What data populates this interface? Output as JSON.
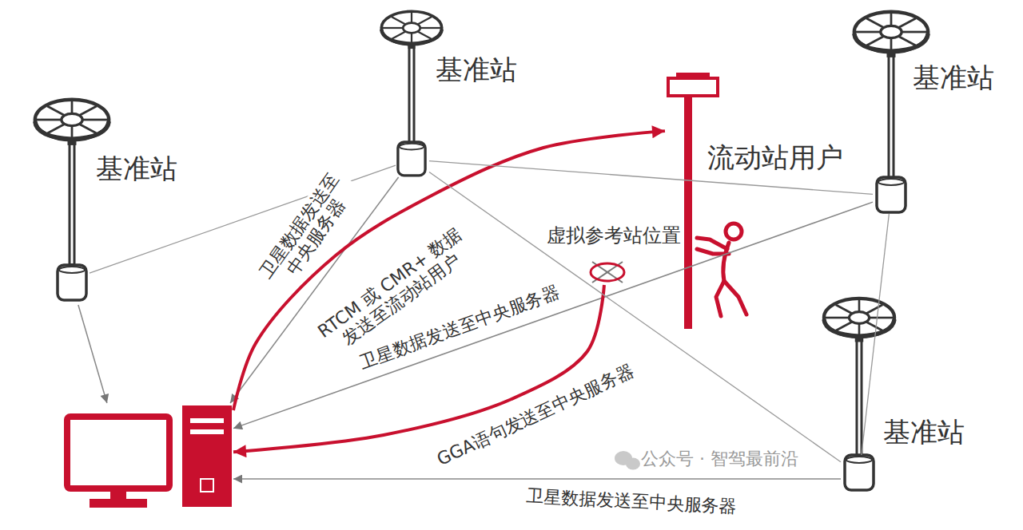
{
  "diagram": {
    "nodes": [
      {
        "text": [
          "基准站"
        ]
      },
      {
        "text": [
          "基准站"
        ]
      },
      {
        "text": [
          "流动站用户"
        ]
      },
      {
        "text": [
          "基准站"
        ]
      },
      {
        "text": [
          "虚拟参考站位置"
        ]
      },
      {
        "text": [
          "基准站"
        ]
      },
      {
        "text": []
      }
    ],
    "edges": [
      {
        "from": 0,
        "to": 6,
        "arrow": "to",
        "label": "卫星数据发送至 中央服务器"
      },
      {
        "from": 6,
        "to": 2,
        "arrow": "to",
        "label": "RTCM 或 CMR+ 数据 发送至流动站用户"
      },
      {
        "from": 1,
        "to": 6,
        "arrow": "to",
        "label": "卫星数据发送至中央服务器"
      },
      {
        "from": 4,
        "to": 6,
        "arrow": "to",
        "label": "GGA语句发送至中央服务器"
      },
      {
        "from": 5,
        "to": 6,
        "arrow": "to",
        "label": "卫星数据发送至中央服务器"
      },
      {
        "from": 3,
        "to": 6,
        "arrow": "to"
      },
      {
        "from": 3,
        "to": 0,
        "arrow": "none"
      },
      {
        "from": 0,
        "to": 1,
        "arrow": "none"
      },
      {
        "from": 0,
        "to": 5,
        "arrow": "none"
      },
      {
        "from": 1,
        "to": 5,
        "arrow": "none"
      }
    ],
    "labels": [
      "公众号 · 智驾最前沿"
    ]
  }
}
